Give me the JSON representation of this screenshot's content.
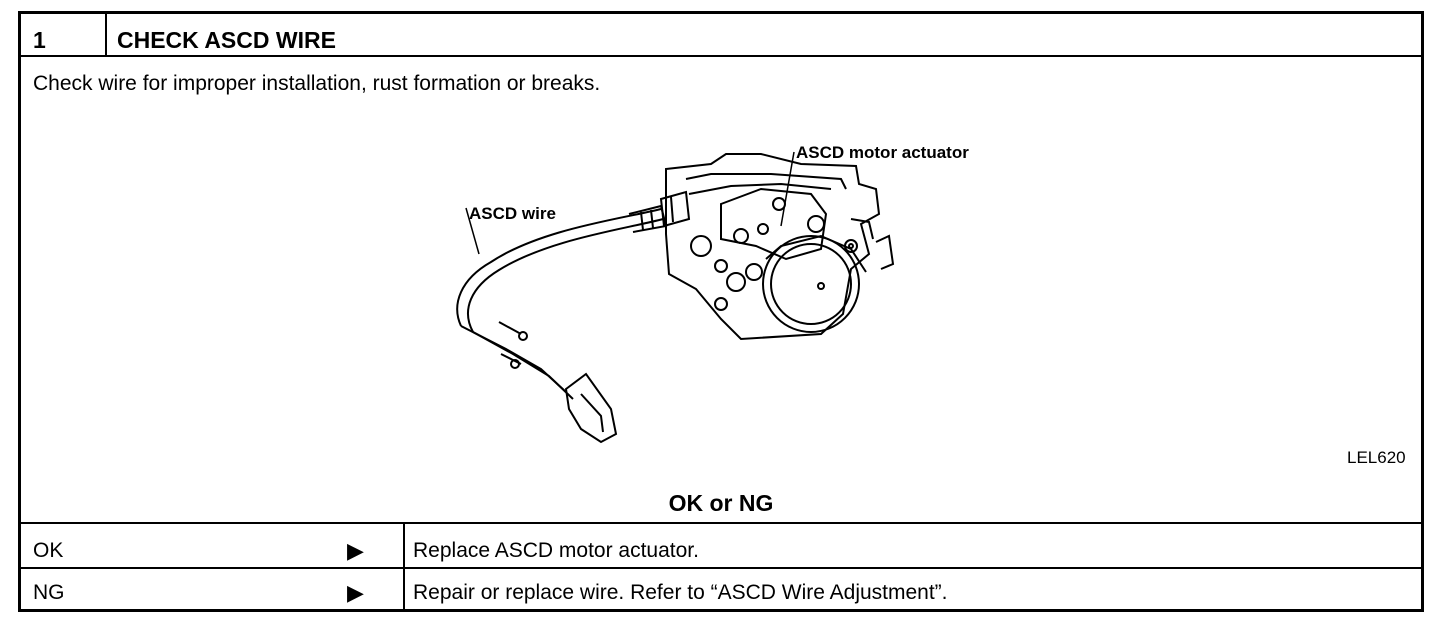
{
  "header": {
    "step_number": "1",
    "title": "CHECK ASCD WIRE"
  },
  "instruction": "Check wire for improper installation, rust formation or breaks.",
  "figure": {
    "label_actuator": "ASCD motor actuator",
    "label_wire": "ASCD wire",
    "code": "LEL620",
    "icons": [
      "asc-motor-actuator-drawing",
      "asc-wire-drawing"
    ]
  },
  "decision": {
    "prompt": "OK or NG",
    "rows": [
      {
        "result": "OK",
        "arrow": "▶",
        "action": "Replace ASCD motor actuator."
      },
      {
        "result": "NG",
        "arrow": "▶",
        "action": "Repair or replace wire. Refer to “ASCD Wire Adjustment”."
      }
    ]
  },
  "colors": {
    "ink": "#000000",
    "paper": "#ffffff"
  }
}
